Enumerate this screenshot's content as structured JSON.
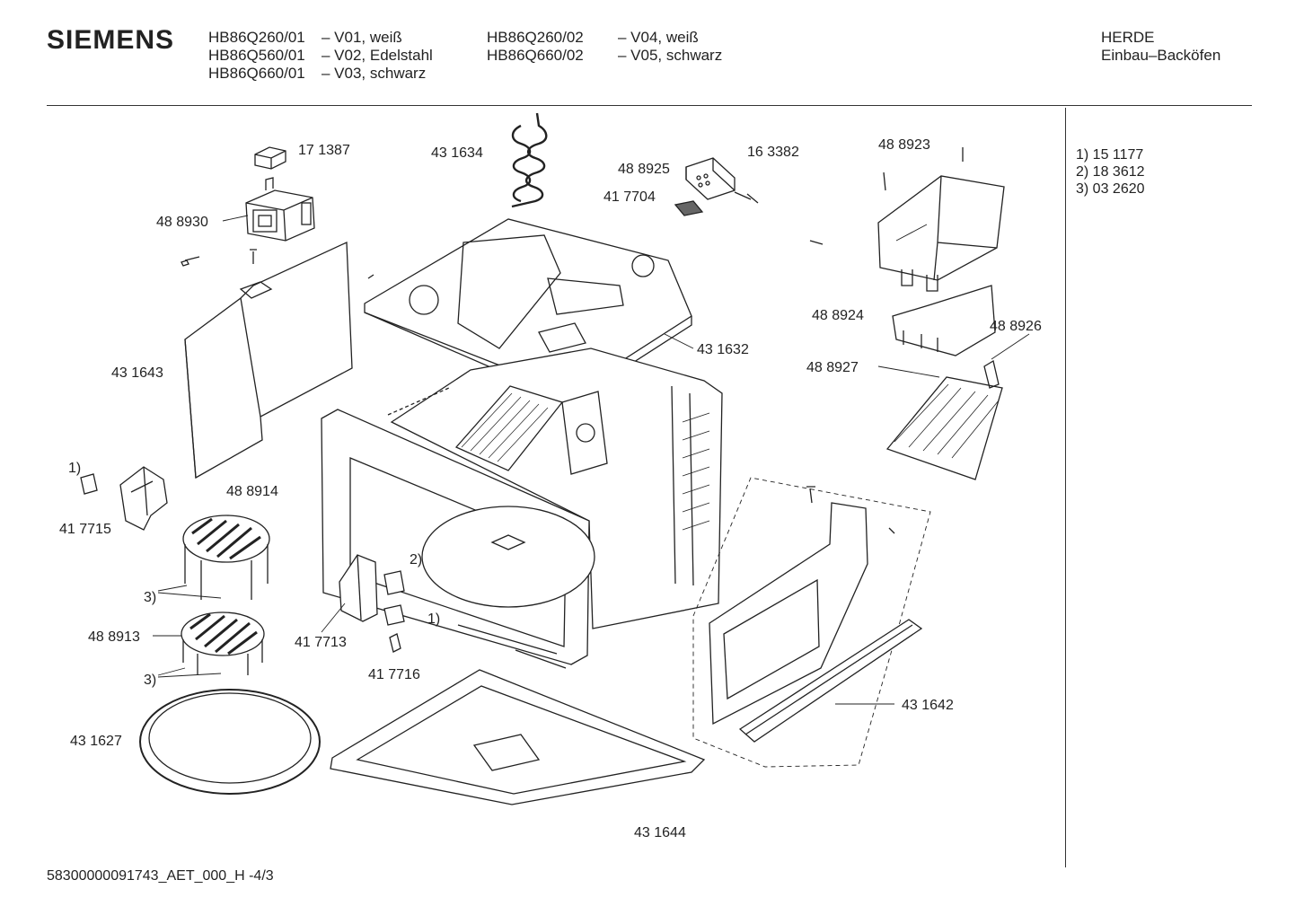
{
  "brand": "SIEMENS",
  "models_col1": [
    {
      "model": "HB86Q260/01",
      "variant": "– V01, weiß"
    },
    {
      "model": "HB86Q560/01",
      "variant": "– V02, Edelstahl"
    },
    {
      "model": "HB86Q660/01",
      "variant": "– V03, schwarz"
    }
  ],
  "models_col2": [
    {
      "model": "HB86Q260/02",
      "variant": "– V04, weiß"
    },
    {
      "model": "HB86Q660/02",
      "variant": "– V05, schwarz"
    }
  ],
  "category": {
    "line1": "HERDE",
    "line2": "Einbau–Backöfen"
  },
  "notes": [
    "1)  15 1177",
    "2)  18 3612",
    "3)  03 2620"
  ],
  "footer": "58300000091743_AET_000_H  -4/3",
  "part_labels": {
    "p171387": "17 1387",
    "p431634": "43 1634",
    "p488925": "48 8925",
    "p163382": "16 3382",
    "p488923": "48 8923",
    "p417704": "41 7704",
    "p488930": "48 8930",
    "p431643": "43 1643",
    "p431632": "43 1632",
    "p488924": "48 8924",
    "p488926": "48 8926",
    "p488927": "48 8927",
    "p488914": "48 8914",
    "p417715": "41 7715",
    "p488913": "48 8913",
    "p417713": "41 7713",
    "p417716": "41 7716",
    "p431627": "43 1627",
    "p431642": "43 1642",
    "p431644": "43 1644"
  },
  "callouts": {
    "c1a": "1)",
    "c2": "2)",
    "c1b": "1)",
    "c3a": "3)",
    "c3b": "3)"
  }
}
